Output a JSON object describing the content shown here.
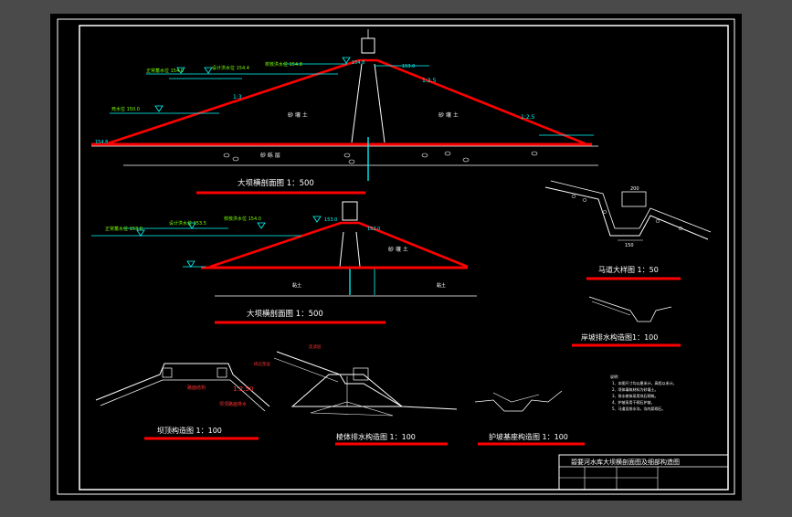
{
  "colors": {
    "background": "#4a4a4a",
    "sheet": "#000000",
    "frame": "#ffffff",
    "dam_line": "#ff0000",
    "water": "#00ffff",
    "green_text": "#7cff00",
    "label": "#ffffff",
    "title_underline": "#ff0000"
  },
  "drawings": {
    "main_section": {
      "title": "大坝横剖面图  1：500",
      "zone_left": "砂 壤 土",
      "zone_right": "砂 壤 土",
      "foundation": "砂 砾 层",
      "slope_left": "1:3",
      "slope_right": "1:2.5",
      "elev_crest": "154.8",
      "elev_left_1": "154.8",
      "elev_right_1": "153.0"
    },
    "second_section": {
      "title": "大坝横剖面图  1：500",
      "zone": "砂 壤 土",
      "foundation_left": "黏土",
      "foundation_right": "黏土",
      "elev_crest": "153.0",
      "elev_right": "153.0"
    },
    "berm_detail": {
      "title": "马道大样图  1：50",
      "dim_top": "200",
      "dim_bottom": "150"
    },
    "bank_drain": {
      "title": "岸坡排水构造图1：100"
    },
    "crest_detail": {
      "title": "坝顶构造图  1：100",
      "dim": "1:2.50"
    },
    "toe_drain": {
      "title": "棱体排水构造图  1：100"
    },
    "slope_foot": {
      "title": "护坡基座构造图  1：100"
    }
  },
  "title_block": {
    "title": "碧要河水库大坝横剖面图及细部构造图"
  }
}
